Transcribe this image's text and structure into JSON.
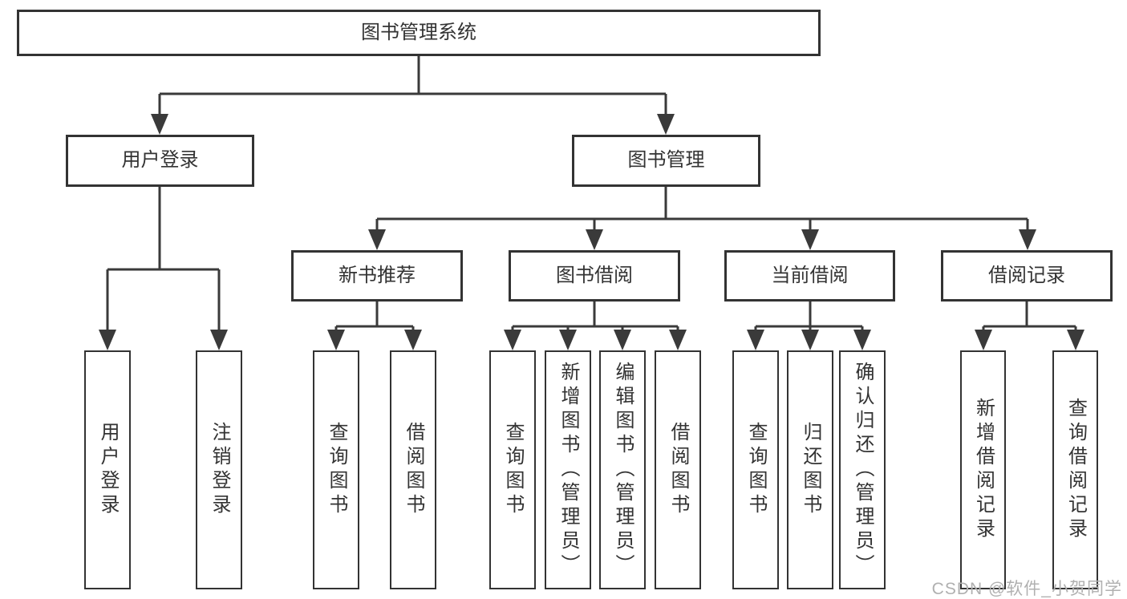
{
  "diagram_type": "hierarchy-tree",
  "colors": {
    "line": "#3a3a3a",
    "box_border": "#333333",
    "text": "#333333",
    "background": "#ffffff",
    "watermark_text": "#b0b0b0"
  },
  "tree": {
    "label": "图书管理系统",
    "children": [
      {
        "label": "用户登录",
        "children": [
          {
            "label": "用户登录"
          },
          {
            "label": "注销登录"
          }
        ]
      },
      {
        "label": "图书管理",
        "children": [
          {
            "label": "新书推荐",
            "children": [
              {
                "label": "查询图书"
              },
              {
                "label": "借阅图书"
              }
            ]
          },
          {
            "label": "图书借阅",
            "children": [
              {
                "label": "查询图书"
              },
              {
                "label": "新增图书（管理员）"
              },
              {
                "label": "编辑图书（管理员）"
              },
              {
                "label": "借阅图书"
              }
            ]
          },
          {
            "label": "当前借阅",
            "children": [
              {
                "label": "查询图书"
              },
              {
                "label": "归还图书"
              },
              {
                "label": "确认归还（管理员）"
              }
            ]
          },
          {
            "label": "借阅记录",
            "children": [
              {
                "label": "新增借阅记录"
              },
              {
                "label": "查询借阅记录"
              }
            ]
          }
        ]
      }
    ]
  },
  "watermark": "CSDN @软件_小贺同学"
}
